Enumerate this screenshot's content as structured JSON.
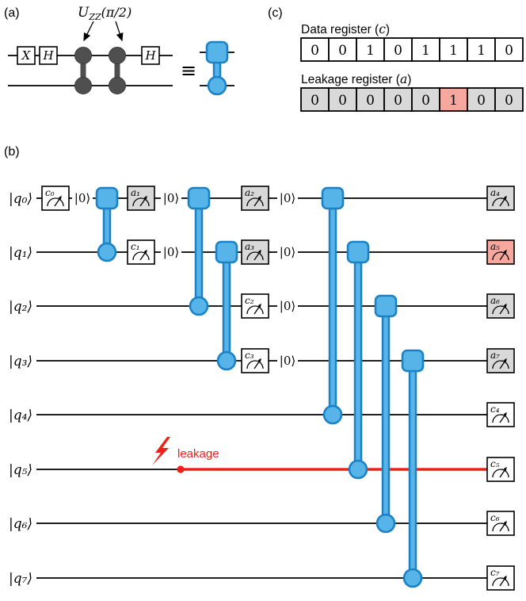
{
  "panel_a": {
    "tag": "(a)",
    "gate_label_base": "U",
    "gate_label_sub": "ZZ",
    "gate_label_arg": "(π/2)",
    "x_gate": "X",
    "h_gate": "H",
    "equiv": "≡"
  },
  "panel_c": {
    "tag": "(c)",
    "data_register": {
      "title_pre": "Data register (",
      "title_var": "c",
      "title_post": ")",
      "values": [
        "0",
        "0",
        "1",
        "0",
        "1",
        "1",
        "1",
        "0"
      ]
    },
    "leakage_register": {
      "title_pre": "Leakage register (",
      "title_var": "a",
      "title_post": ")",
      "values": [
        "0",
        "0",
        "0",
        "0",
        "0",
        "1",
        "0",
        "0"
      ],
      "highlight_index": 5
    }
  },
  "panel_b": {
    "tag": "(b)",
    "ket_zero": "|0⟩",
    "leakage_label": "leakage",
    "qubit_labels": [
      "|q₀⟩",
      "|q₁⟩",
      "|q₂⟩",
      "|q₃⟩",
      "|q₄⟩",
      "|q₅⟩",
      "|q₆⟩",
      "|q₇⟩"
    ],
    "meter_labels": {
      "c0": "c₀",
      "c1": "c₁",
      "c2": "c₂",
      "c3": "c₃",
      "c4": "c₄",
      "c5": "c₅",
      "c6": "c₆",
      "c7": "c₇",
      "a1": "a₁",
      "a2": "a₂",
      "a3": "a₃",
      "a4": "a₄",
      "a5": "a₅",
      "a6": "a₆",
      "a7": "a₇"
    }
  },
  "colors": {
    "gate_blue": "#56b4e9",
    "gate_blue_edge": "#1b83c5",
    "dark_gray": "#4f4f4f",
    "leakage_red": "#ea2318",
    "register_gray": "#d9d9d9",
    "leakage_highlight": "#f6a79e"
  }
}
